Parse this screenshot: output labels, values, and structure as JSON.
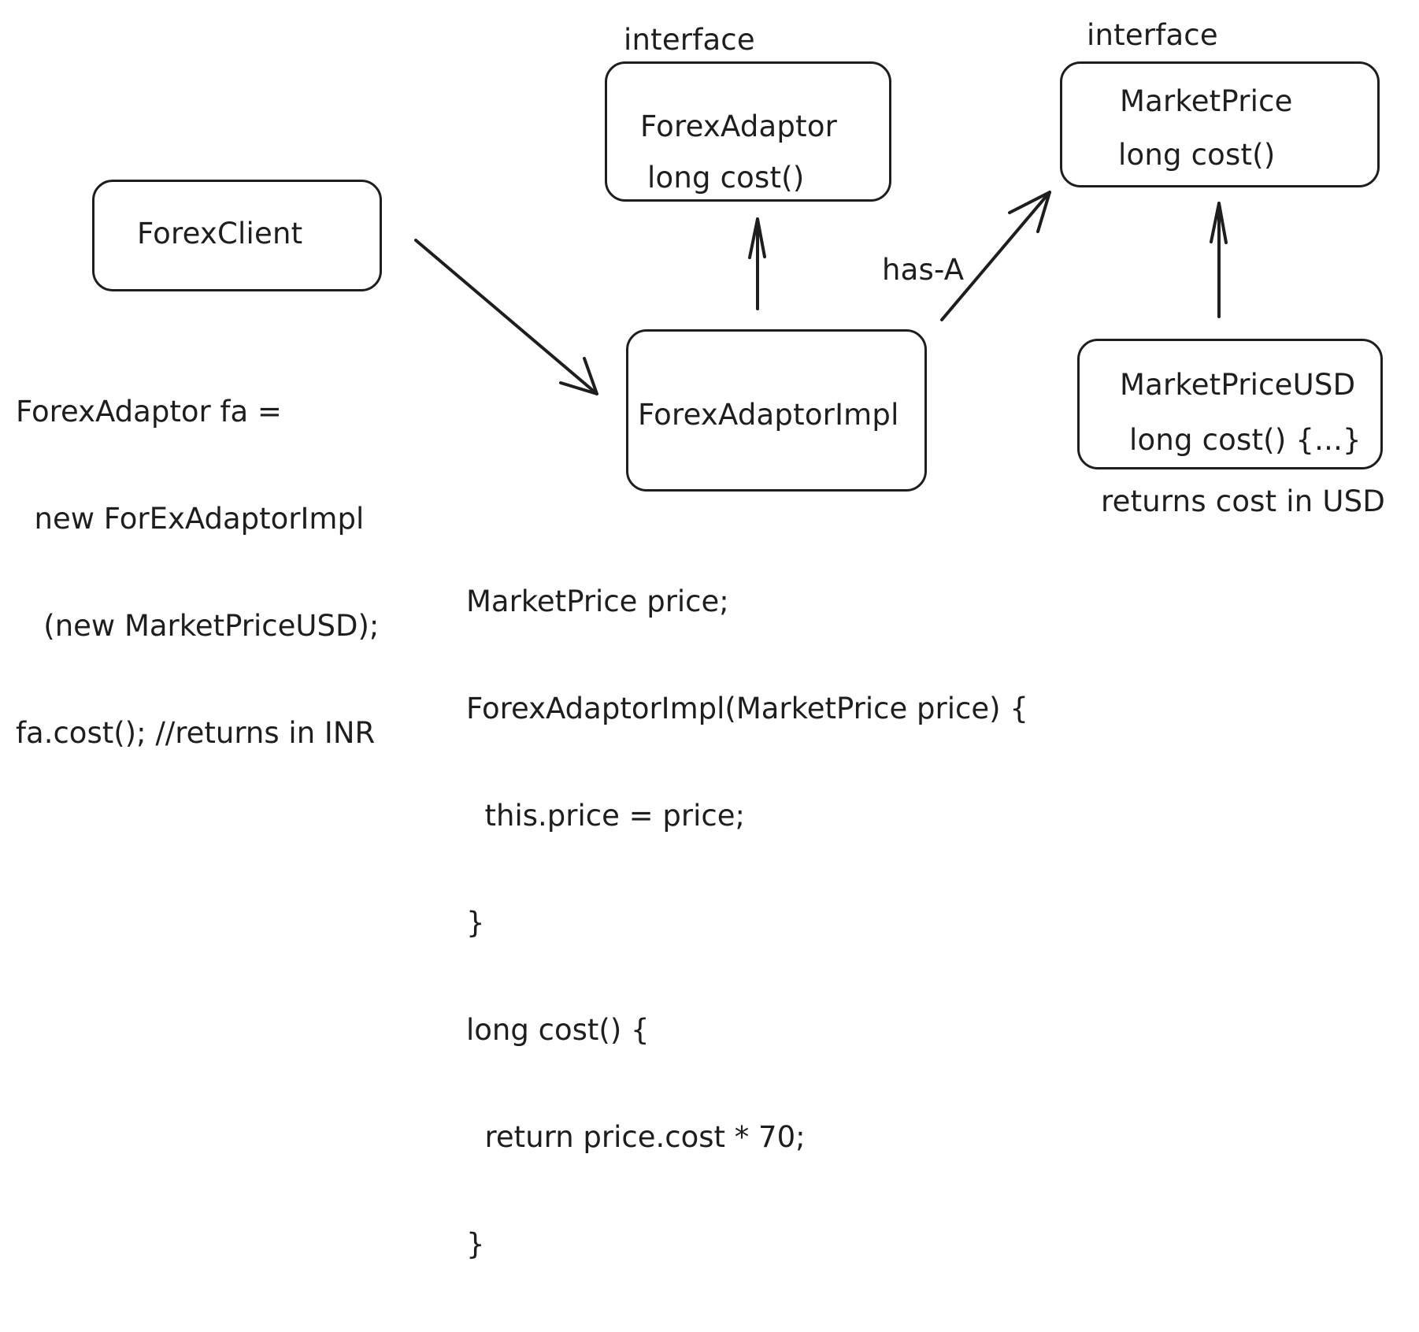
{
  "diagram": {
    "type": "uml-class-diagram",
    "title": "Adapter Pattern (Forex)",
    "nodes": [
      {
        "id": "forex-client",
        "name": "ForexClient",
        "stereotype": "",
        "methods": []
      },
      {
        "id": "forex-adaptor",
        "name": "ForexAdaptor",
        "stereotype": "interface",
        "methods": [
          "long cost()"
        ]
      },
      {
        "id": "forex-adaptor-impl",
        "name": "ForexAdaptorImpl",
        "stereotype": "",
        "methods": []
      },
      {
        "id": "market-price",
        "name": "MarketPrice",
        "stereotype": "interface",
        "methods": [
          "long cost()"
        ]
      },
      {
        "id": "market-price-usd",
        "name": "MarketPriceUSD",
        "stereotype": "",
        "methods": [
          "long cost() {...}"
        ]
      }
    ],
    "edges": [
      {
        "from": "forex-client",
        "to": "forex-adaptor-impl",
        "label": ""
      },
      {
        "from": "forex-adaptor-impl",
        "to": "forex-adaptor",
        "label": ""
      },
      {
        "from": "forex-adaptor-impl",
        "to": "market-price",
        "label": "has-A"
      },
      {
        "from": "market-price-usd",
        "to": "market-price",
        "label": ""
      }
    ],
    "notes": {
      "client_code": [
        "ForexAdaptor fa =",
        "  new ForExAdaptorImpl",
        "   (new MarketPriceUSD);",
        "fa.cost(); //returns in INR"
      ],
      "impl_code": [
        "MarketPrice price;",
        "ForexAdaptorImpl(MarketPrice price) {",
        "  this.price = price;",
        "}",
        "long cost() {",
        "  return price.cost * 70;",
        "}"
      ],
      "usd_note": "returns cost in USD"
    }
  }
}
